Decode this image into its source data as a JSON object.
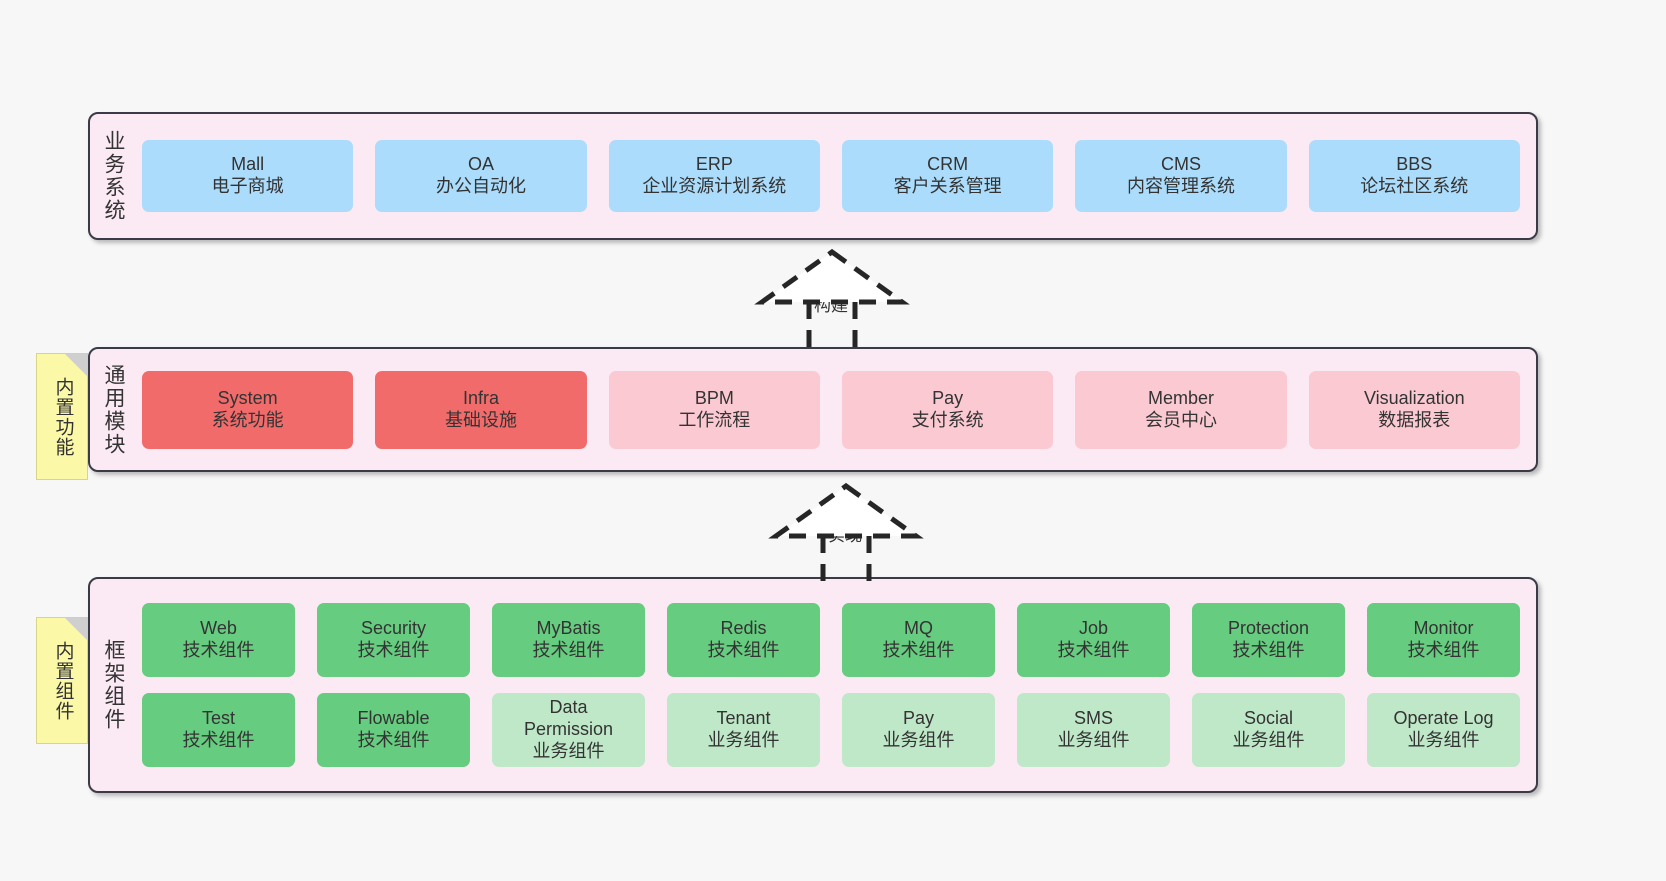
{
  "diagram": {
    "background_color": "#f7f7f7",
    "panel_color": "#fbeaf4",
    "panel_border_color": "#3b3b48",
    "note_color": "#fbf8a8"
  },
  "layers": {
    "business": {
      "title": "业务系统",
      "color": "#abdcfb",
      "items": [
        {
          "en": "Mall",
          "cn": "电子商城"
        },
        {
          "en": "OA",
          "cn": "办公自动化"
        },
        {
          "en": "ERP",
          "cn": "企业资源计划系统"
        },
        {
          "en": "CRM",
          "cn": "客户关系管理"
        },
        {
          "en": "CMS",
          "cn": "内容管理系统"
        },
        {
          "en": "BBS",
          "cn": "论坛社区系统"
        }
      ]
    },
    "modules": {
      "title": "通用模块",
      "note": "内置功能",
      "items": [
        {
          "en": "System",
          "cn": "系统功能",
          "color": "#f26b6b"
        },
        {
          "en": "Infra",
          "cn": "基础设施",
          "color": "#f26b6b"
        },
        {
          "en": "BPM",
          "cn": "工作流程",
          "color": "#fbc9d1"
        },
        {
          "en": "Pay",
          "cn": "支付系统",
          "color": "#fbc9d1"
        },
        {
          "en": "Member",
          "cn": "会员中心",
          "color": "#fbc9d1"
        },
        {
          "en": "Visualization",
          "cn": "数据报表",
          "color": "#fbc9d1"
        }
      ]
    },
    "framework": {
      "title": "框架组件",
      "note": "内置组件",
      "row1": [
        {
          "en": "Web",
          "cn": "技术组件",
          "color": "#66cc7f"
        },
        {
          "en": "Security",
          "cn": "技术组件",
          "color": "#66cc7f"
        },
        {
          "en": "MyBatis",
          "cn": "技术组件",
          "color": "#66cc7f"
        },
        {
          "en": "Redis",
          "cn": "技术组件",
          "color": "#66cc7f"
        },
        {
          "en": "MQ",
          "cn": "技术组件",
          "color": "#66cc7f"
        },
        {
          "en": "Job",
          "cn": "技术组件",
          "color": "#66cc7f"
        },
        {
          "en": "Protection",
          "cn": "技术组件",
          "color": "#66cc7f"
        },
        {
          "en": "Monitor",
          "cn": "技术组件",
          "color": "#66cc7f"
        }
      ],
      "row2": [
        {
          "en": "Test",
          "cn": "技术组件",
          "color": "#66cc7f"
        },
        {
          "en": "Flowable",
          "cn": "技术组件",
          "color": "#66cc7f"
        },
        {
          "en": "Data\nPermission",
          "cn": "业务组件",
          "color": "#bfe8c8"
        },
        {
          "en": "Tenant",
          "cn": "业务组件",
          "color": "#bfe8c8"
        },
        {
          "en": "Pay",
          "cn": "业务组件",
          "color": "#bfe8c8"
        },
        {
          "en": "SMS",
          "cn": "业务组件",
          "color": "#bfe8c8"
        },
        {
          "en": "Social",
          "cn": "业务组件",
          "color": "#bfe8c8"
        },
        {
          "en": "Operate Log",
          "cn": "业务组件",
          "color": "#bfe8c8"
        }
      ]
    }
  },
  "connectors": [
    {
      "label": "构建",
      "from": "modules",
      "to": "business"
    },
    {
      "label": "实现",
      "from": "framework",
      "to": "modules"
    }
  ]
}
